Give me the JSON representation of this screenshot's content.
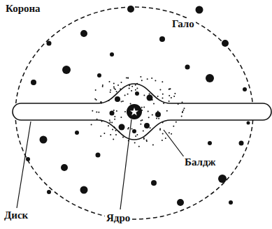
{
  "diagram": {
    "labels": [
      "Корона",
      "Гало",
      "Балдж",
      "Диск",
      "Ядро"
    ]
  }
}
